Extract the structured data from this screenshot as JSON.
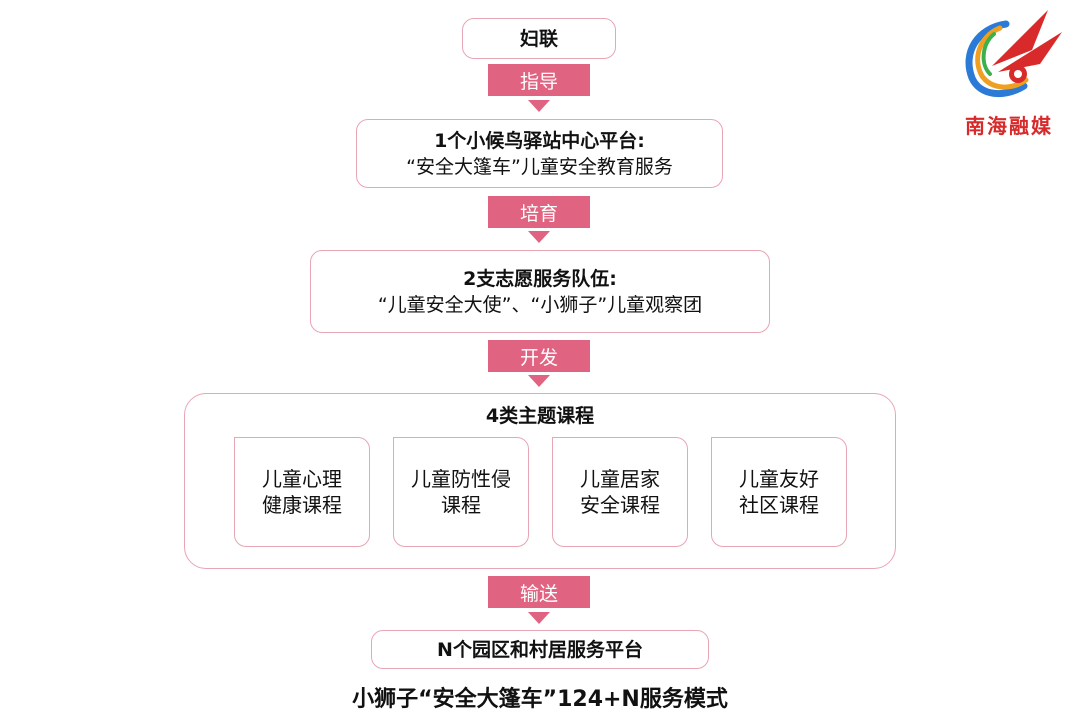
{
  "nodes": {
    "top": "妇联",
    "platform": {
      "line1": "1个小候鸟驿站中心平台:",
      "line2": "“安全大篷车”儿童安全教育服务"
    },
    "teams": {
      "line1": "2支志愿服务队伍:",
      "line2": "“儿童安全大使”、“小狮子”儿童观察团"
    },
    "courses": {
      "title": "4类主题课程",
      "items": [
        "儿童心理\n健康课程",
        "儿童防性侵\n课程",
        "儿童居家\n安全课程",
        "儿童友好\n社区课程"
      ]
    },
    "bottom": "N个园区和村居服务平台"
  },
  "connectors": [
    "指导",
    "培育",
    "开发",
    "输送"
  ],
  "footer": "小狮子“安全大篷车”124+N服务模式",
  "logo": {
    "text": "南海融媒"
  },
  "colors": {
    "accent": "#e06481",
    "border": "#e8a5b4",
    "logo_red": "#d82a2a",
    "logo_blue": "#2b7bd6"
  }
}
